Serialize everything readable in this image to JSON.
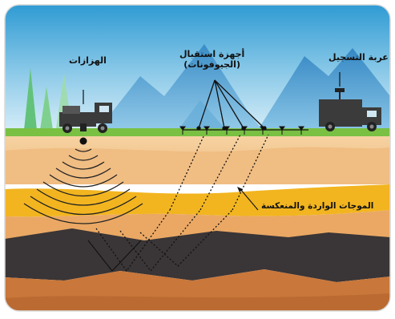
{
  "labels": {
    "vibrators": "الهزازات",
    "receivers_line1": "أجهزة استقبال",
    "receivers_line2": "(الجيوفونات)",
    "recording_truck": "عربة التسجيل",
    "waves": "الموجات الواردة والمنعكسة"
  },
  "colors": {
    "sky_top": "#2f9bd3",
    "sky_bottom": "#bfe3f3",
    "mountain": "#2f86c4",
    "grass": "#79c043",
    "soil_light": "#f3c58c",
    "soil_mid": "#e9a663",
    "yellow_layer": "#f2b520",
    "dark_rock": "#3a3536",
    "deep_soil": "#c9773a",
    "tree": "#5cbf74"
  },
  "icons": [
    "vibrator-truck-icon",
    "recording-truck-icon",
    "tree-icon",
    "geophone-icon"
  ]
}
